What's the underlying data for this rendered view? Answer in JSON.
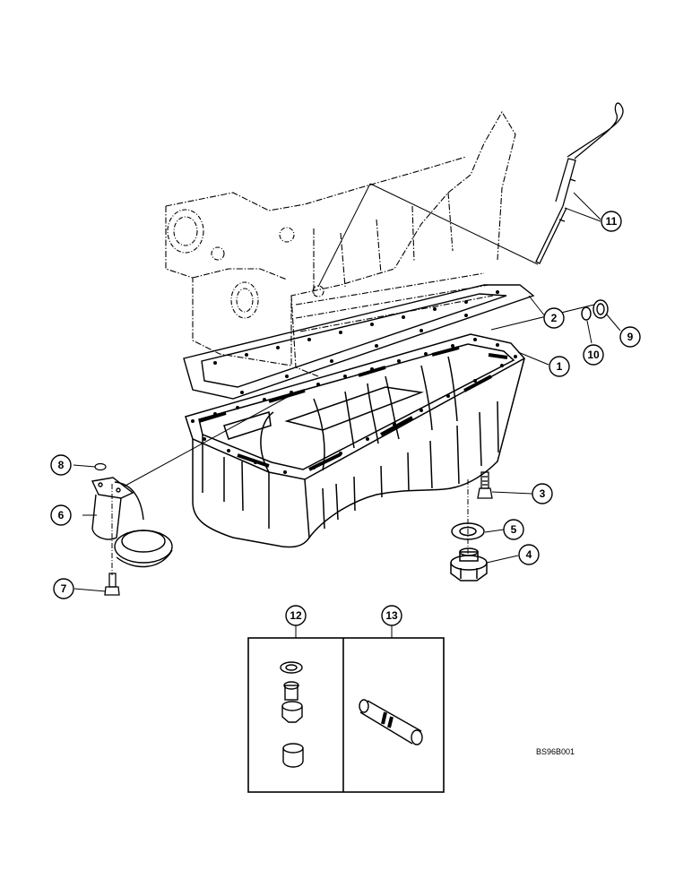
{
  "callouts": [
    {
      "num": "1"
    },
    {
      "num": "2"
    },
    {
      "num": "3"
    },
    {
      "num": "4"
    },
    {
      "num": "5"
    },
    {
      "num": "6"
    },
    {
      "num": "7"
    },
    {
      "num": "8"
    },
    {
      "num": "9"
    },
    {
      "num": "10"
    },
    {
      "num": "11"
    },
    {
      "num": "12"
    },
    {
      "num": "13"
    }
  ],
  "drawing_id": "BS96B001",
  "colors": {
    "ink": "#000000",
    "paper": "#ffffff"
  }
}
